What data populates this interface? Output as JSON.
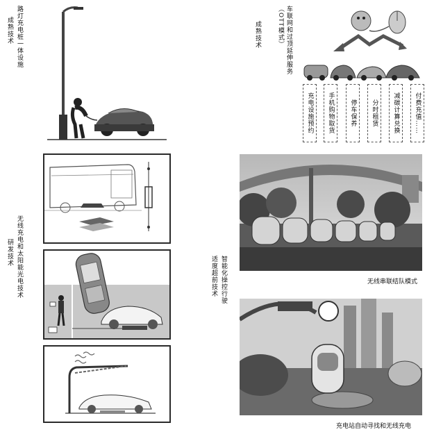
{
  "left_labels": {
    "streetlight_main": "路灯充电桩一体设施",
    "streetlight_sub": "成熟技术",
    "wireless_main": "无线充电和太阳能光电技术",
    "wireless_sub": "研发技术"
  },
  "right_labels": {
    "ott_main": "车联网和过顶延伸服务（OTT模式）",
    "ott_sub": "成熟技术",
    "smart_main": "智能化操控行驶",
    "smart_sub": "适度超前技术"
  },
  "services": [
    "充电设施预约",
    "手机购物取货",
    "停车保养",
    "分时租赁",
    "减碳计算兑换",
    "付费充值……"
  ],
  "captions": {
    "platoon": "无线串联结队模式",
    "station": "充电站自动寻找和无线充电"
  }
}
